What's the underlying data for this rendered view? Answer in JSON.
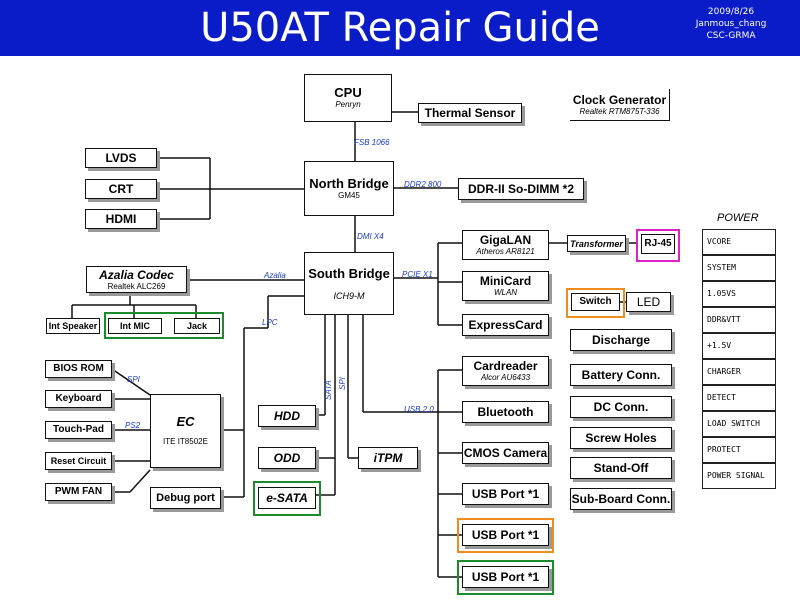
{
  "header": {
    "title": "U50AT Repair Guide",
    "date": "2009/8/26",
    "author": "Janmous_chang",
    "dept": "CSC-GRMA"
  },
  "blocks": {
    "cpu": {
      "label": "CPU",
      "sub": "Penryn"
    },
    "thermal": {
      "label": "Thermal Sensor"
    },
    "clock": {
      "label": "Clock Generator",
      "sub": "Realtek RTM875T-336"
    },
    "lvds": {
      "label": "LVDS"
    },
    "crt": {
      "label": "CRT"
    },
    "hdmi": {
      "label": "HDMI"
    },
    "north_bridge": {
      "label": "North Bridge",
      "sub": "GM45"
    },
    "ddr": {
      "label": "DDR-II So-DIMM *2"
    },
    "azalia": {
      "label": "Azalia Codec",
      "sub": "Realtek ALC269"
    },
    "int_speaker": {
      "label": "Int Speaker"
    },
    "int_mic": {
      "label": "Int MIC"
    },
    "jack": {
      "label": "Jack"
    },
    "south_bridge": {
      "label": "South Bridge",
      "sub": "ICH9-M"
    },
    "gigalan": {
      "label": "GigaLAN",
      "sub": "Atheros AR8121"
    },
    "transformer": {
      "label": "Transformer"
    },
    "rj45": {
      "label": "RJ-45"
    },
    "minicard": {
      "label": "MiniCard",
      "sub": "WLAN"
    },
    "expresscard": {
      "label": "ExpressCard"
    },
    "cardreader": {
      "label": "Cardreader",
      "sub": "Alcor AU6433"
    },
    "bluetooth": {
      "label": "Bluetooth"
    },
    "cmos": {
      "label": "CMOS Camera"
    },
    "usb1": {
      "label": "USB Port *1"
    },
    "usb2": {
      "label": "USB Port *1"
    },
    "usb3": {
      "label": "USB Port *1"
    },
    "bios": {
      "label": "BIOS ROM"
    },
    "keyboard": {
      "label": "Keyboard"
    },
    "touchpad": {
      "label": "Touch-Pad"
    },
    "reset": {
      "label": "Reset Circuit"
    },
    "pwmfan": {
      "label": "PWM FAN"
    },
    "ec": {
      "label": "EC",
      "sub": "ITE IT8502E"
    },
    "debug": {
      "label": "Debug port"
    },
    "hdd": {
      "label": "HDD"
    },
    "odd": {
      "label": "ODD"
    },
    "esata": {
      "label": "e-SATA"
    },
    "itpm": {
      "label": "iTPM"
    },
    "switch": {
      "label": "Switch"
    },
    "led": {
      "label": "LED"
    },
    "discharge": {
      "label": "Discharge"
    },
    "battery": {
      "label": "Battery Conn."
    },
    "dc": {
      "label": "DC Conn."
    },
    "screw": {
      "label": "Screw Holes"
    },
    "standoff": {
      "label": "Stand-Off"
    },
    "subboard": {
      "label": "Sub-Board Conn."
    }
  },
  "buses": {
    "fsb": "FSB 1066",
    "ddr2": "DDR2 800",
    "dmi": "DMI X4",
    "azalia": "Azalia",
    "pcie": "PCIE X1",
    "lpc": "LPC",
    "spi_ec": "SPI",
    "ps2": "PS2",
    "sata": "SATA",
    "spi_sb": "SPI",
    "usb": "USB 2.0"
  },
  "power": {
    "title": "POWER",
    "items": [
      "VCORE",
      "SYSTEM",
      "1.05VS",
      "DDR&VTT",
      "+1.5V",
      "CHARGER",
      "DETECT",
      "LOAD SWITCH",
      "PROTECT",
      "POWER SIGNAL"
    ]
  },
  "colors": {
    "header_bg": "#0a1cc8",
    "bus_label": "#1a3ccc",
    "highlight_green": "#1e8a2e",
    "highlight_orange": "#f08c1e",
    "highlight_magenta": "#e020c8"
  }
}
